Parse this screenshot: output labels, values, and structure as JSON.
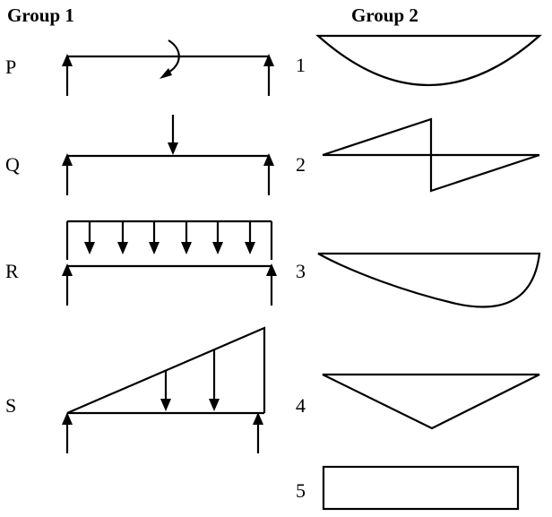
{
  "headers": {
    "group1": "Group 1",
    "group2": "Group 2"
  },
  "group1": [
    {
      "label": "P",
      "load": "concentrated moment at midspan"
    },
    {
      "label": "Q",
      "load": "concentrated point load at midspan"
    },
    {
      "label": "R",
      "load": "uniformly distributed load"
    },
    {
      "label": "S",
      "load": "linearly varying (triangular) load"
    }
  ],
  "group2": [
    {
      "label": "1",
      "shape": "parabolic curve"
    },
    {
      "label": "2",
      "shape": "antisymmetric linear, sign change at midspan"
    },
    {
      "label": "3",
      "shape": "cubic curve"
    },
    {
      "label": "4",
      "shape": "triangle"
    },
    {
      "label": "5",
      "shape": "rectangle"
    }
  ]
}
